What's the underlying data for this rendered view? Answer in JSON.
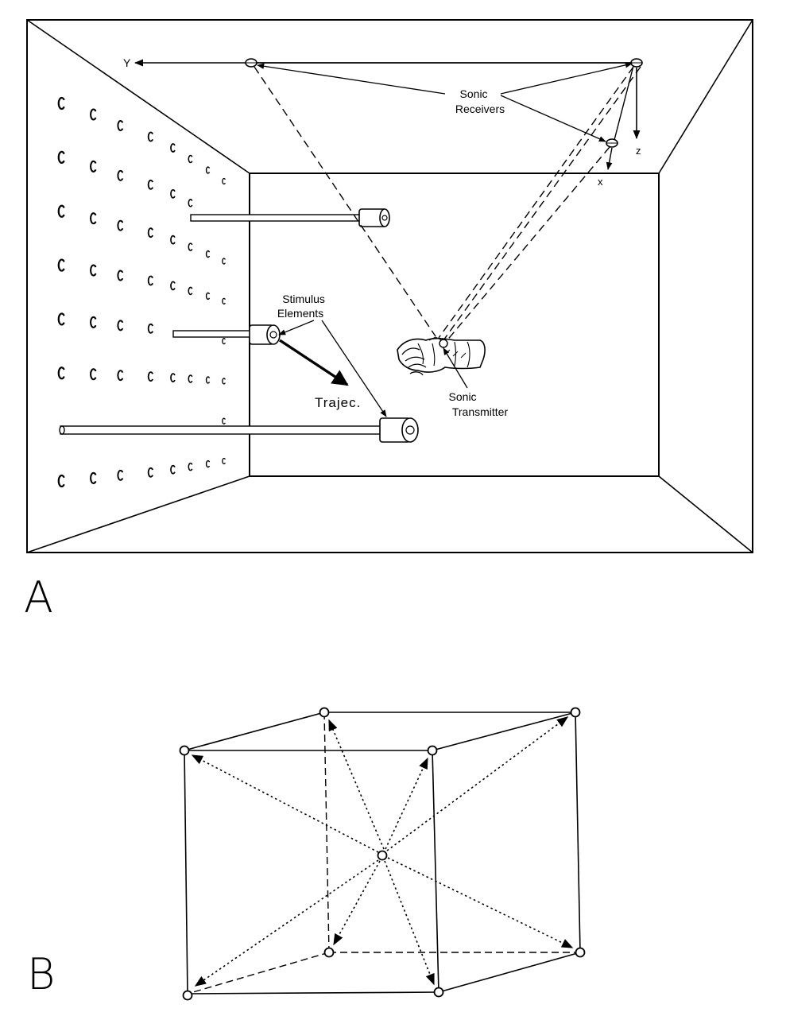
{
  "panel_a": {
    "letter": "A",
    "axis_y": "Y",
    "axis_z": "z",
    "axis_x": "x",
    "sonic_receivers_line1": "Sonic",
    "sonic_receivers_line2": "Receivers",
    "stimulus_elements_line1": "Stimulus",
    "stimulus_elements_line2": "Elements",
    "trajectory": "Trajec.",
    "sonic_transmitter_line1": "Sonic",
    "sonic_transmitter_line2": "Transmitter"
  },
  "panel_b": {
    "letter": "B"
  }
}
